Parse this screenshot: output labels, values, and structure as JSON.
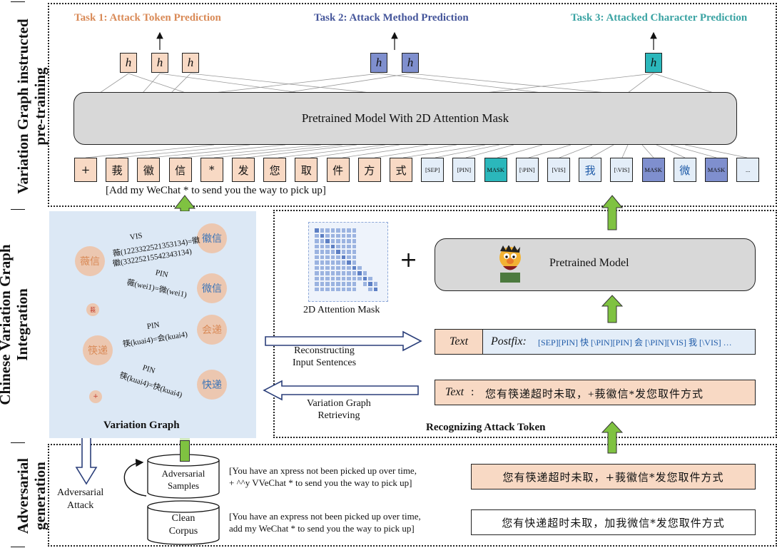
{
  "sections": {
    "pretraining": "Variation Graph instructed pre-training",
    "integration": "Chinese Variation Graph Integration",
    "generation": "Adversarial generation"
  },
  "tasks": {
    "task1": "Task 1: Attack Token Prediction",
    "task2": "Task 2: Attack Method Prediction",
    "task3": "Task 3: Attacked Character Prediction",
    "h_symbol": "h"
  },
  "colors": {
    "task1": "#d98a57",
    "task2": "#44559a",
    "task3": "#3aa3a3",
    "peach": "#f8d9c4",
    "blue_med": "#7f8fce",
    "teal": "#2bb7bb",
    "light_blue": "#e3edf8",
    "panel": "#dce8f5",
    "model_gray": "#d8d8d8",
    "arrow_green": "#7fc241"
  },
  "model_main": "Pretrained Model With 2D Attention Mask",
  "tokens": [
    "+",
    "莪",
    "徽",
    "信",
    "*",
    "发",
    "您",
    "取",
    "件",
    "方",
    "式",
    "[SEP]",
    "[PIN]",
    "MASK",
    "[\\PIN]",
    "[VIS]",
    "我",
    "[\\VIS]",
    "MASK",
    "微",
    "MASK",
    "..."
  ],
  "translation": "[Add my WeChat * to send you the way to pick up]",
  "graph": {
    "title": "Variation Graph",
    "nodes": {
      "n1": "薇信",
      "n2": "徽信",
      "n3": "微信",
      "n4": "莪",
      "n5": "筷递",
      "n6": "会递",
      "n7": "快递",
      "n8": "+"
    },
    "labels": {
      "vis": "VIS",
      "vis_eq1": "薇(12233225213531​34)=徽",
      "vis_eq2": "徽(33225215542343134)",
      "pin1": "PIN",
      "pin1_eq": "薇(wei1)=微(wei1)",
      "pin2": "PIN",
      "pin2_eq": "筷(kuai4)=会(kuai4)",
      "pin3": "PIN",
      "pin3_eq": "筷(kuai4)=快(kuai4)"
    }
  },
  "attention_label": "2D Attention Mask",
  "plus": "+",
  "model_small": "Pretrained Model",
  "text_postfix": {
    "text": "Text",
    "postfix": "Postfix:",
    "seq": "[SEP][PIN] 快 [\\PIN][PIN] 会 [\\PIN][VIS] 我 [\\VIS] …"
  },
  "text_line": {
    "label": "Text",
    "colon": ":",
    "content": "您有筷递超时未取，+莪徽信*发您取件方式"
  },
  "arrows": {
    "reconstruct": "Reconstructing\nInput Sentences",
    "retrieve": "Variation Graph\nRetrieving"
  },
  "recognizing": "Recognizing Attack Token",
  "adversarial_attack": "Adversarial\nAttack",
  "adv_samples": "Adversarial\nSamples",
  "clean_corpus": "Clean\nCorpus",
  "adv_en": "[You have an xpress not been picked up over time,\n+ ^^y VVeChat * to send you the way to pick up]",
  "clean_en": "[You have an express not been picked up over time,\nadd my WeChat * to send you the way to pick up]",
  "adv_cn": "您有筷递超时未取，+莪徽信*发您取件方式",
  "clean_cn": "您有快递超时未取，加我微信*发您取件方式"
}
